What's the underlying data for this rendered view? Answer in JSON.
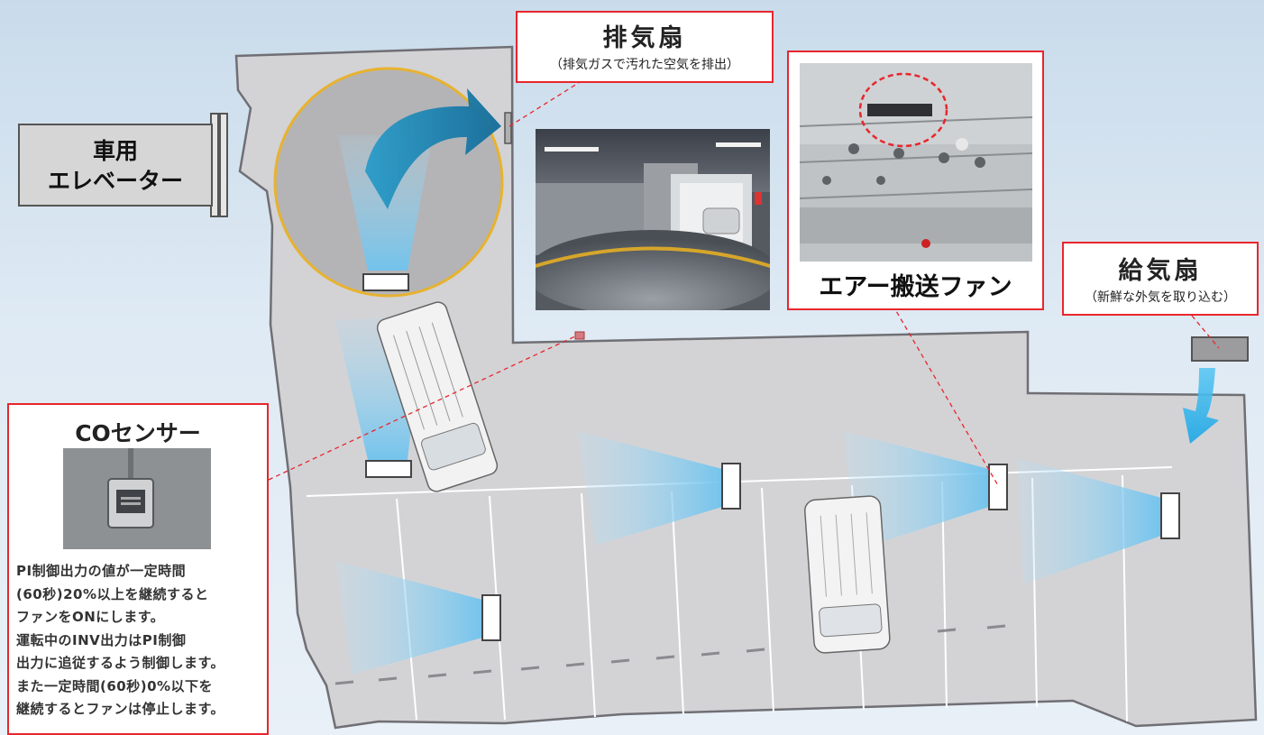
{
  "exhaust_fan": {
    "title": "排気扇",
    "subtitle": "（排気ガスで汚れた空気を排出）"
  },
  "supply_fan": {
    "title": "給気扇",
    "subtitle": "（新鮮な外気を取り込む）"
  },
  "car_elevator": {
    "line1": "車用",
    "line2": "エレベーター"
  },
  "air_fan": {
    "label": "エアー搬送ファン"
  },
  "co_sensor": {
    "title": "COセンサー",
    "description": [
      "PI制御出力の値が一定時間",
      "(60秒)20%以上を継続すると",
      "ファンをONにします。",
      "運転中のINV出力はPI制御",
      "出力に追従するよう制御します。",
      "また一定時間(60秒)0%以下を",
      "継続するとファンは停止します。"
    ]
  },
  "colors": {
    "callout_border": "#e8262d",
    "floor": "#d3d3d6",
    "airflow": "#7fc7ec",
    "arrow_blue": "#1f8fbe",
    "turntable_ring": "#e7b22e"
  }
}
